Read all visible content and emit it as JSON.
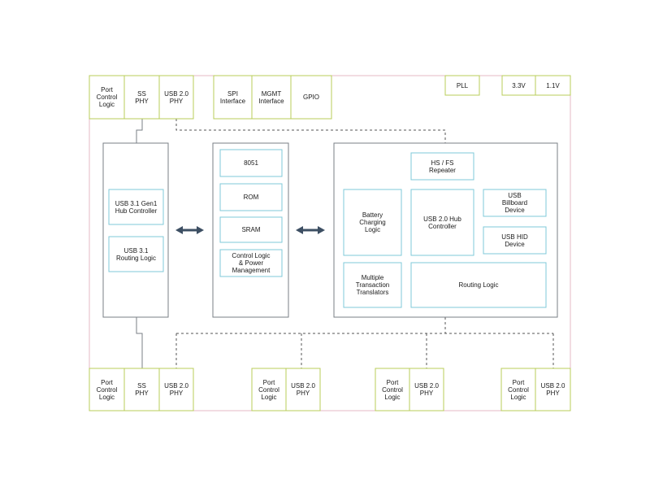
{
  "top_row": {
    "port_control_logic": "Port\nControl\nLogic",
    "ss_phy": "SS\nPHY",
    "usb20_phy": "USB 2.0\nPHY",
    "spi_interface": "SPI\nInterface",
    "mgmt_interface": "MGMT\nInterface",
    "gpio": "GPIO",
    "pll": "PLL",
    "v33": "3.3V",
    "v11": "1.1V"
  },
  "left_block": {
    "hub_controller": "USB 3.1 Gen1\nHub Controller",
    "routing_logic": "USB 3.1\nRouting Logic"
  },
  "center_block": {
    "mcu": "8051",
    "rom": "ROM",
    "sram": "SRAM",
    "control_power": "Control Logic\n& Power\nManagement"
  },
  "right_block": {
    "repeater": "HS / FS\nRepeater",
    "battery_charging": "Battery\nCharging\nLogic",
    "usb20_hub": "USB 2.0 Hub\nController",
    "billboard": "USB\nBillboard\nDevice",
    "hid": "USB HID\nDevice",
    "mtt": "Multiple\nTransaction\nTranslators",
    "routing_logic": "Routing Logic"
  },
  "bottom_row": {
    "port1": {
      "port_control_logic": "Port\nControl\nLogic",
      "ss_phy": "SS\nPHY",
      "usb20_phy": "USB 2.0\nPHY"
    },
    "port2": {
      "port_control_logic": "Port\nControl\nLogic",
      "usb20_phy": "USB 2.0\nPHY"
    },
    "port3": {
      "port_control_logic": "Port\nControl\nLogic",
      "usb20_phy": "USB 2.0\nPHY"
    },
    "port4": {
      "port_control_logic": "Port\nControl\nLogic",
      "usb20_phy": "USB 2.0\nPHY"
    }
  },
  "colors": {
    "outer_border": "#e6b8c4",
    "green_border": "#b8cc5a",
    "cyan_border": "#7fcad8",
    "block_border": "#7a7f86",
    "connector": "#3d4f63"
  }
}
